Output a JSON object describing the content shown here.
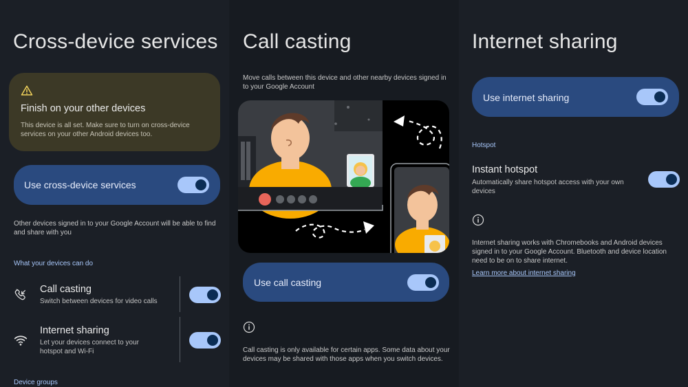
{
  "cross_device": {
    "title": "Cross-device services",
    "warning": {
      "title": "Finish on your other devices",
      "body": "This device is all set. Make sure to turn on cross-device services on your other Android devices too."
    },
    "main_toggle_label": "Use cross-device services",
    "description": "Other devices signed in to your Google Account will be able to find and share with you",
    "section_label": "What your devices can do",
    "features": [
      {
        "title": "Call casting",
        "subtitle": "Switch between devices for video calls"
      },
      {
        "title": "Internet sharing",
        "subtitle": "Let your devices connect to your hotspot and Wi-Fi"
      }
    ],
    "bottom_section_label": "Device groups"
  },
  "call_casting": {
    "title": "Call casting",
    "description": "Move calls between this device and other nearby devices signed in to your Google Account",
    "toggle_label": "Use call casting",
    "info_text": "Call casting is only available for certain apps. Some data about your devices may be shared with those apps when you switch devices."
  },
  "internet_sharing": {
    "title": "Internet sharing",
    "toggle_label": "Use internet sharing",
    "section_label": "Hotspot",
    "hotspot_title": "Instant hotspot",
    "hotspot_subtitle": "Automatically share hotspot access with your own devices",
    "info_text": "Internet sharing works with Chromebooks and Android devices signed in to your Google Account. Bluetooth and device location need to be on to share internet.",
    "learn_more": "Learn more about internet sharing"
  },
  "colors": {
    "toggle_card": "#2a4a7f",
    "switch_track": "#a8c7fa",
    "warning_card": "#3c3926",
    "accent_text": "#a8c7fa"
  }
}
